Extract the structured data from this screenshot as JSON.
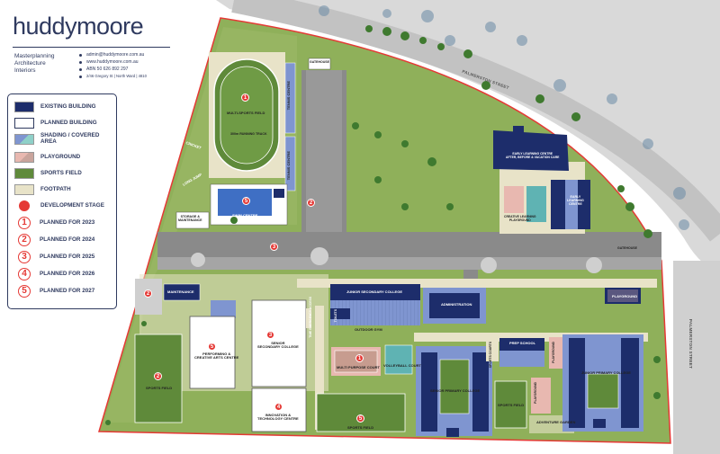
{
  "brand": {
    "logo": "huddymoore",
    "taglines": [
      "Masterplanning",
      "Architecture",
      "Interiors"
    ],
    "contacts": [
      "admin@huddymoore.com.au",
      "www.huddymoore.com.au",
      "ABN  50 626 892 297",
      "2/46 Gregory St  |  North Ward  |  4810"
    ],
    "icons": [
      "email-icon",
      "web-icon",
      "abn-icon",
      "location-pin-icon"
    ]
  },
  "legend": {
    "items": [
      {
        "label": "EXISTING BUILDING",
        "color": "#1d2d6b"
      },
      {
        "label": "PLANNED BUILDING",
        "color": "#ffffff"
      },
      {
        "label": "SHADING / COVERED AREA",
        "color": "#7f95d0"
      },
      {
        "label": "PLAYGROUND",
        "color": "#e8b8b0"
      },
      {
        "label": "SPORTS FIELD",
        "color": "#5f8a3a"
      },
      {
        "label": "FOOTPATH",
        "color": "#e8e3c8"
      },
      {
        "label": "DEVELOPMENT STAGE",
        "color": "#e53935"
      }
    ],
    "stages": [
      {
        "num": "1",
        "label": "PLANNED FOR 2023"
      },
      {
        "num": "2",
        "label": "PLANNED FOR 2024"
      },
      {
        "num": "3",
        "label": "PLANNED FOR 2025"
      },
      {
        "num": "4",
        "label": "PLANNED FOR 2026"
      },
      {
        "num": "5",
        "label": "PLANNED FOR 2027"
      }
    ]
  },
  "streets": {
    "top": "PALMERSTON STREET",
    "right": "PALMERSTON STREET"
  },
  "labels": {
    "multi_sports_field": "MULTI-SPORTS FIELD",
    "running_track": "300m RUNNING TRACK",
    "tennis_centre_a": "TENNIS CENTRE",
    "tennis_centre_b": "TENNIS CENTRE",
    "gatehouse_top": "GATEHOUSE",
    "gatehouse_right": "GATEHOUSE",
    "swim_centre": "SWIM CENTRE",
    "storage": "STORAGE &\nMAINTENANCE",
    "long_jump": "LONG JUMP",
    "cricket": "CRICKET",
    "early_learning_1": "EARLY LEARNING CENTRE\nAFTER, BEFORE & VACATION CARE",
    "early_learning_2": "EARLY\nLEARNING\nCENTRE",
    "creative_playground": "CREATIVE LEARNING\nPLAYGROUND",
    "maintenance": "MAINTENANCE",
    "junior_secondary": "JUNIOR SECONDARY COLLEGE",
    "administration": "ADMINISTRATION",
    "playground": "PLAYGROUND",
    "performing_arts": "PERFORMING &\nCREATIVE ARTS CENTRE",
    "senior_secondary": "SENIOR\nSECONDARY COLLEGE",
    "emergency_access": "TIME EMERGENCY ACCESS",
    "toilets": "TOILETS",
    "outdoor_gym": "OUTDOOR GYM",
    "multi_purpose_court": "MULTI PURPOSE COURT",
    "volleyball": "VOLLEYBALL COURT",
    "sports_field_left": "SPORTS FIELD",
    "sports_field_bottom": "SPORTS FIELD",
    "sports_field_mid": "SPORTS FIELD",
    "innovation": "INNOVATION &\nTECHNOLOGY CENTRE",
    "senior_primary": "SENIOR PRIMARY COLLEGE",
    "prep_school": "PREP SCHOOL",
    "junior_primary": "JUNIOR PRIMARY COLLEGE",
    "sports_courts": "SPORTS COURTS",
    "playground_2": "PLAYGROUND",
    "playground_3": "PLAYGROUND",
    "adventure_garden": "ADVENTURE GARDEN"
  },
  "stages_on_map": [
    "1",
    "5",
    "2",
    "3",
    "2",
    "5",
    "3",
    "1",
    "4",
    "2",
    "5"
  ]
}
